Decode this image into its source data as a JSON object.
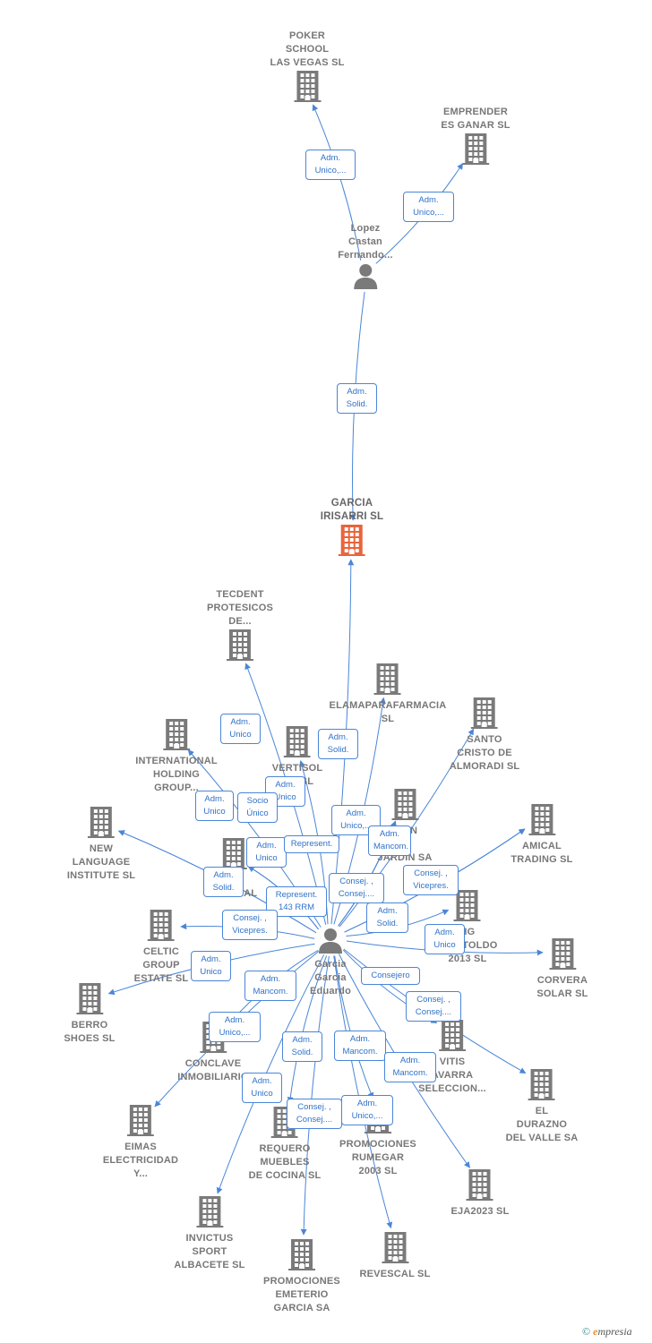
{
  "colors": {
    "company": "#7a7a7a",
    "focus_company": "#e8643c",
    "person": "#7a7a7a",
    "edge": "#4a86d8",
    "edge_label_text": "#2f72c8"
  },
  "nodes": [
    {
      "id": "poker",
      "label": "POKER\nSCHOOL\nLAS VEGAS SL",
      "kind": "company",
      "icon": "building-icon"
    },
    {
      "id": "emprender",
      "label": "EMPRENDER\nES GANAR  SL",
      "kind": "company",
      "icon": "building-icon"
    },
    {
      "id": "lopez",
      "label": "Lopez\nCastan\nFernando...",
      "kind": "person",
      "icon": "person-icon"
    },
    {
      "id": "garcia_irisarri",
      "label": "GARCIA\nIRISARRI  SL",
      "kind": "focus",
      "icon": "building-icon"
    },
    {
      "id": "tecdent",
      "label": "TECDENT\nPROTESICOS\nDE...",
      "kind": "company",
      "icon": "building-icon"
    },
    {
      "id": "elama",
      "label": "ELAMAPARAFARMACIA\nSL",
      "kind": "company",
      "icon": "building-icon"
    },
    {
      "id": "santo",
      "label": "SANTO\nCRISTO DE\nALMORADI  SL",
      "kind": "company",
      "icon": "building-icon"
    },
    {
      "id": "international",
      "label": "INTERNATIONAL\nHOLDING\nGROUP...",
      "kind": "company",
      "icon": "building-icon"
    },
    {
      "id": "vertisol",
      "label": "VERTISOL\nC      A  SL",
      "kind": "company",
      "icon": "building-icon"
    },
    {
      "id": "new_language",
      "label": "NEW\nLANGUAGE\nINSTITUTE  SL",
      "kind": "company",
      "icon": "building-icon"
    },
    {
      "id": "jardin",
      "label": "   CION\n    EL\nJARDIN SA",
      "kind": "company",
      "icon": "building-icon"
    },
    {
      "id": "amical",
      "label": "AMICAL\nTRADING  SL",
      "kind": "company",
      "icon": "building-icon"
    },
    {
      "id": "intersol",
      "label": "OL\nINTE       NAL",
      "kind": "company",
      "icon": "building-icon"
    },
    {
      "id": "hg",
      "label": "HG\nC          UNTOLDO\n2013  SL",
      "kind": "company",
      "icon": "building-icon"
    },
    {
      "id": "celtic",
      "label": "CELTIC\nGROUP\nESTATE  SL",
      "kind": "company",
      "icon": "building-icon"
    },
    {
      "id": "corvera",
      "label": "CORVERA\nSOLAR SL",
      "kind": "company",
      "icon": "building-icon"
    },
    {
      "id": "garcia_eduardo",
      "label": "Garcia\nGarcia\nEduardo",
      "kind": "person",
      "icon": "person-icon"
    },
    {
      "id": "berro",
      "label": "BERRO\nSHOES SL",
      "kind": "company",
      "icon": "building-icon"
    },
    {
      "id": "conclave",
      "label": "CONCLAVE\nINMOBILIARIO",
      "kind": "company",
      "icon": "building-icon"
    },
    {
      "id": "vitis",
      "label": "VITIS\n   AVARRA\nSELECCION...",
      "kind": "company",
      "icon": "building-icon"
    },
    {
      "id": "durazno",
      "label": "EL\nDURAZNO\nDEL VALLE SA",
      "kind": "company",
      "icon": "building-icon"
    },
    {
      "id": "eimas",
      "label": "EIMAS\nELECTRICIDAD\nY...",
      "kind": "company",
      "icon": "building-icon"
    },
    {
      "id": "requero",
      "label": "REQUERO\nMUEBLES\nDE COCINA  SL",
      "kind": "company",
      "icon": "building-icon"
    },
    {
      "id": "rumegar",
      "label": "PROMOCIONES\nRUMEGAR\n2003  SL",
      "kind": "company",
      "icon": "building-icon"
    },
    {
      "id": "eja",
      "label": "EJA2023  SL",
      "kind": "company",
      "icon": "building-icon"
    },
    {
      "id": "invictus",
      "label": "INVICTUS\nSPORT\nALBACETE  SL",
      "kind": "company",
      "icon": "building-icon"
    },
    {
      "id": "revescal",
      "label": "REVESCAL SL",
      "kind": "company",
      "icon": "building-icon"
    },
    {
      "id": "emeterio",
      "label": "PROMOCIONES\nEMETERIO\nGARCIA SA",
      "kind": "company",
      "icon": "building-icon"
    }
  ],
  "relations": [
    "Adm.\nUnico,...",
    "Adm.\nUnico,...",
    "Adm.\nSolid.",
    "Adm.\nUnico",
    "Adm.\nSolid.",
    "Adm.\nUnico",
    "Adm.\nUnico",
    "Socio\nÚnico",
    "Adm.\nUnico,...",
    "Adm.\nMancom.",
    "Adm.\nUnico",
    "Represent.",
    "Adm.\nSolid.",
    "Represent.\n143 RRM",
    "Consej. ,\nConsej....",
    "Consej. ,\nVicepres.",
    "Consej. ,\nVicepres.",
    "Adm.\nSolid.",
    "Adm.\nUnico",
    "Adm.\nUnico",
    "Consejero",
    "Adm.\nMancom.",
    "Consej. ,\nConsej....",
    "Adm.\nUnico,...",
    "Adm.\nSolid.",
    "Adm.\nMancom.",
    "Adm.\nMancom.",
    "Adm.\nUnico",
    "Consej. ,\nConsej....",
    "Adm.\nUnico,..."
  ],
  "footer": {
    "copyright": "©",
    "brand_e": "e",
    "brand_rest": "mpresia"
  }
}
